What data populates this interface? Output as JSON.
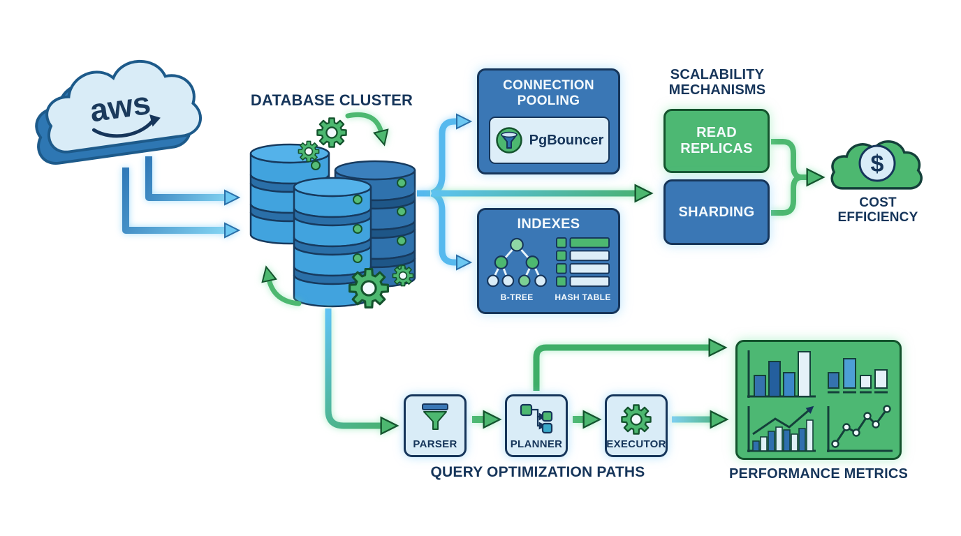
{
  "aws_cloud": {
    "logo_text": "aws"
  },
  "database_cluster": {
    "label": "DATABASE CLUSTER"
  },
  "connection_pooling": {
    "title": "CONNECTION POOLING",
    "tool": "PgBouncer"
  },
  "indexes": {
    "title": "INDEXES",
    "items": [
      {
        "label": "B-TREE"
      },
      {
        "label": "HASH TABLE"
      }
    ]
  },
  "scalability": {
    "title": "SCALABILITY MECHANISMS",
    "read_replicas": "READ REPLICAS",
    "sharding": "SHARDING"
  },
  "cost_efficiency": {
    "label": "COST EFFICIENCY",
    "symbol": "$"
  },
  "query_pipeline": {
    "stages": [
      {
        "label": "PARSER"
      },
      {
        "label": "PLANNER"
      },
      {
        "label": "EXECUTOR"
      }
    ],
    "caption": "QUERY OPTIMIZATION PATHS"
  },
  "performance": {
    "label": "PERFORMANCE METRICS"
  },
  "colors": {
    "navy": "#16355a",
    "blue_panel": "#3a77b5",
    "green_panel": "#4db873",
    "light_panel": "#d9ecf7",
    "cyl_light": "#41a3de",
    "cyl_dark": "#2f72ad",
    "arrow_blue": "#5ec3f2",
    "arrow_green": "#47b06c"
  }
}
